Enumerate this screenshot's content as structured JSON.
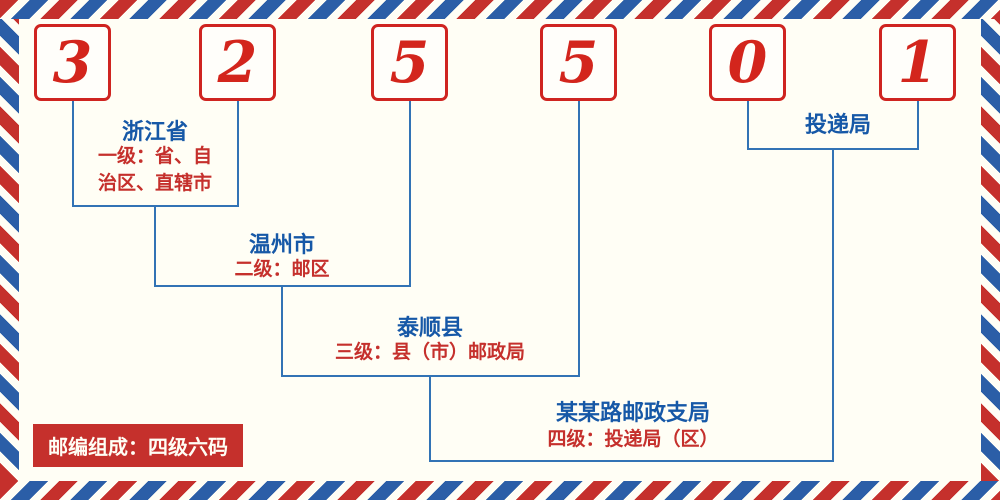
{
  "postal_code": {
    "digits": [
      "3",
      "2",
      "5",
      "5",
      "0",
      "1"
    ]
  },
  "labels": {
    "level1_place": "浙江省",
    "level1_desc_line1": "一级：省、自",
    "level1_desc_line2": "治区、直辖市",
    "level2_place": "温州市",
    "level2_desc": "二级：邮区",
    "level3_place": "泰顺县",
    "level3_desc": "三级：县（市）邮政局",
    "level4_place": "某某路邮政支局",
    "level4_desc": "四级：投递局（区）",
    "delivery": "投递局"
  },
  "footer": {
    "text": "邮编组成：四级六码"
  },
  "colors": {
    "red": "#c5302c",
    "digit_red": "#d3251c",
    "label_blue": "#1658a7",
    "line_blue": "#3273b5",
    "background": "#fffef5"
  }
}
